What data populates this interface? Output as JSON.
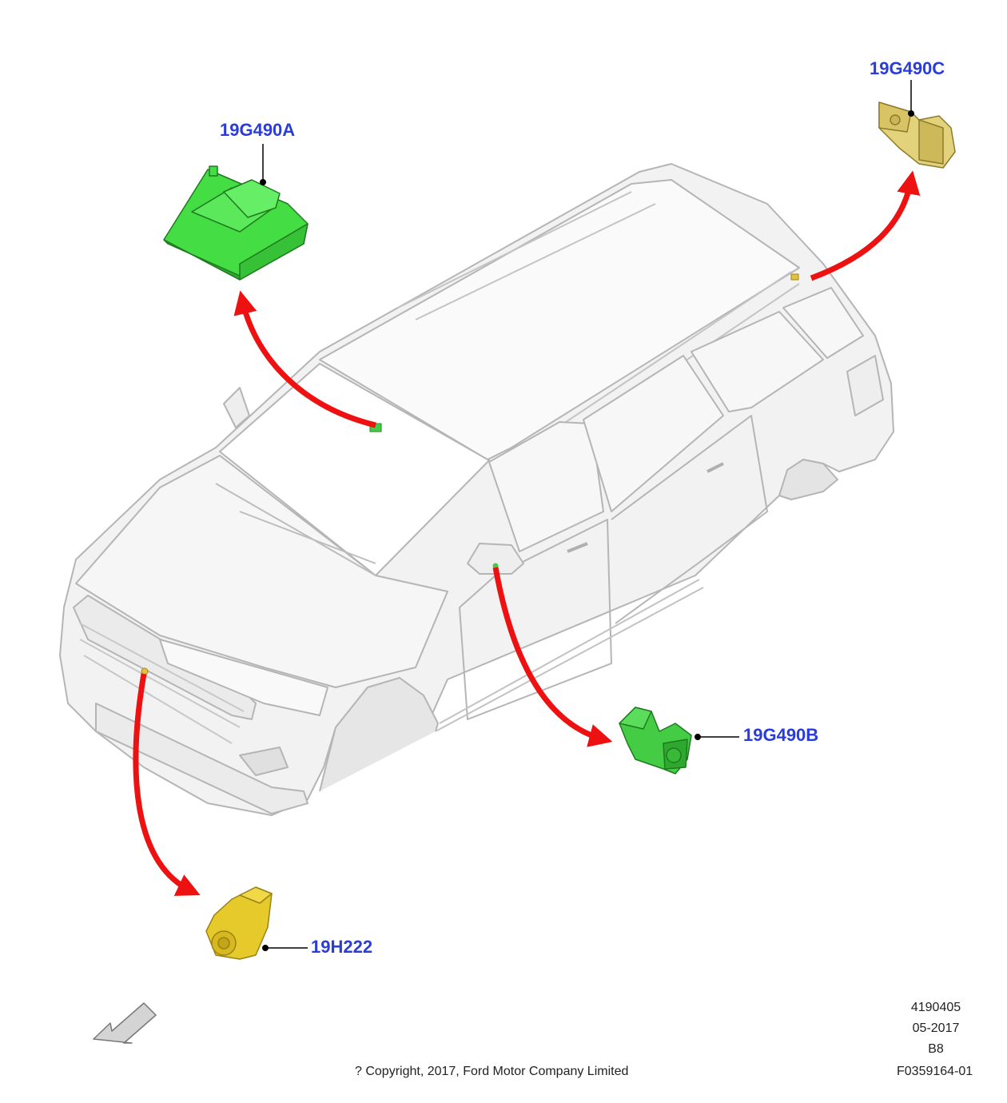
{
  "labels": {
    "ecu_a": "19G490A",
    "sensor_c": "19G490C",
    "sensor_b": "19G490B",
    "camera_front": "19H222"
  },
  "footer": {
    "illustration_number": "4190405",
    "date": "05-2017",
    "revision": "B8",
    "figure_id": "F0359164-01",
    "copyright": "? Copyright, 2017, Ford Motor Company Limited"
  },
  "colors": {
    "label_blue": "#2a3ddb",
    "arrow_red": "#ee1111",
    "part_green": "#44dd44",
    "part_yellow": "#e6c92a",
    "part_tan": "#e3d27c",
    "vehicle_fill": "#f1f1f1",
    "vehicle_outline": "#b8b8b8"
  },
  "icons": {
    "orientation": "front-direction-arrow-icon"
  }
}
